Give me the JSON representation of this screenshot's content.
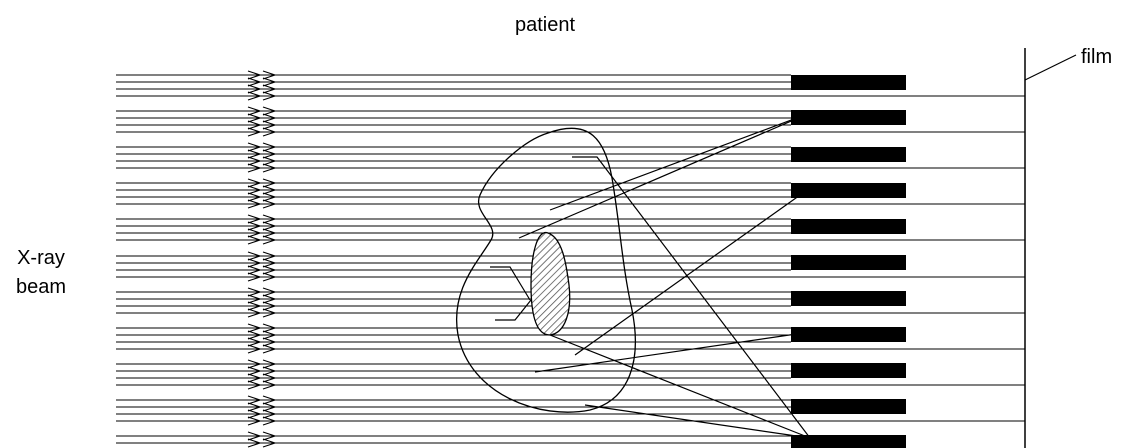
{
  "labels": {
    "patient": "patient",
    "film": "film",
    "beam_line1": "X-ray",
    "beam_line2": "beam"
  },
  "colors": {
    "ink": "#000000",
    "background": "#ffffff",
    "tumor_hatch": "#555555"
  }
}
